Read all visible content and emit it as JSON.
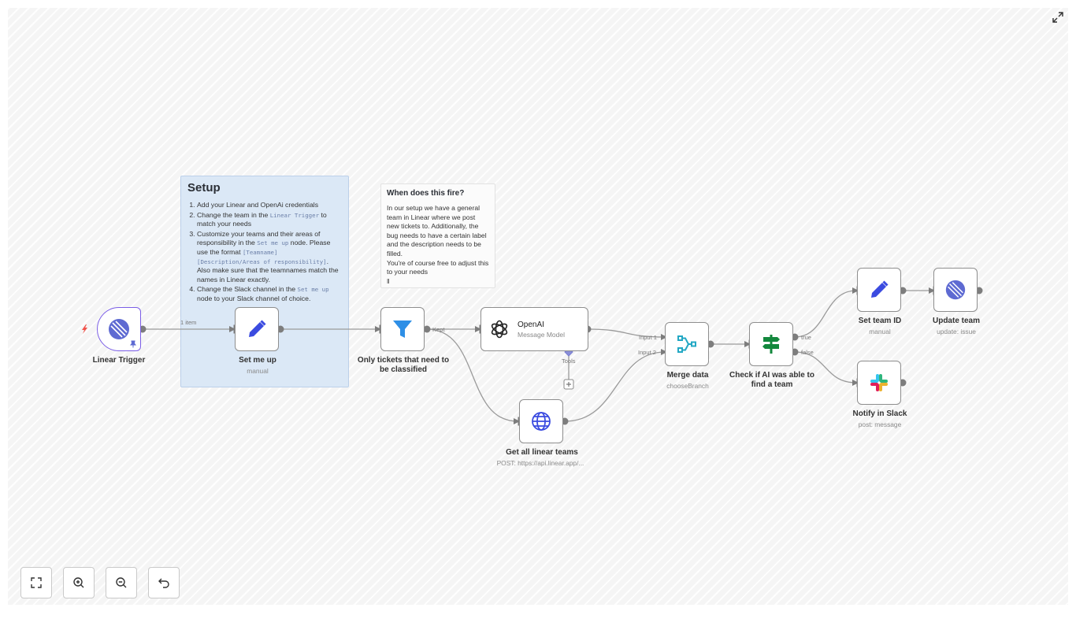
{
  "setup_note": {
    "title": "Setup",
    "step1": "Add your Linear and OpenAi credentials",
    "step2_a": "Change the team in the ",
    "step2_code": "Linear Trigger",
    "step2_b": " to match your needs",
    "step3_a": "Customize your teams and their areas of responsibility in the ",
    "step3_code1": "Set me up",
    "step3_b": " node. Please use the format ",
    "step3_code2": "[Teamname][Description/Areas of responsibility]",
    "step3_c": ". Also make sure that the teamnames match the names in Linear exactly.",
    "step4_a": "Change the Slack channel in the ",
    "step4_code": "Set me up",
    "step4_b": " node to your Slack channel of choice."
  },
  "fire_note": {
    "title": "When does this fire?",
    "body": "In our setup we have a general team in Linear where we post new tickets to. Additionally, the bug needs to have a certain label and the description needs to be filled.",
    "body2": "You're of course free to adjust this to your needs",
    "cursor": "‖"
  },
  "nodes": {
    "linear_trigger": {
      "label": "Linear Trigger",
      "icon": "linear-logo-icon"
    },
    "set_me_up": {
      "label": "Set me up",
      "sub": "manual",
      "icon": "pencil-icon"
    },
    "filter": {
      "label": "Only tickets that need to be classified",
      "icon": "filter-icon"
    },
    "openai": {
      "title": "OpenAI",
      "sub": "Message Model",
      "icon": "openai-logo-icon"
    },
    "get_teams": {
      "label": "Get all linear teams",
      "sub": "POST: https://api.linear.app/...",
      "icon": "globe-icon"
    },
    "merge": {
      "label": "Merge data",
      "sub": "chooseBranch",
      "icon": "merge-icon"
    },
    "check_team": {
      "label": "Check if AI was able to find a team",
      "icon": "signpost-icon"
    },
    "set_team_id": {
      "label": "Set team ID",
      "sub": "manual",
      "icon": "pencil-icon"
    },
    "update_team": {
      "label": "Update team",
      "sub": "update: issue",
      "icon": "linear-logo-icon"
    },
    "notify_slack": {
      "label": "Notify in Slack",
      "sub": "post: message",
      "icon": "slack-logo-icon"
    }
  },
  "edge_labels": {
    "items": "1 item",
    "kept": "Kept",
    "input1": "Input 1",
    "input2": "Input 2",
    "tools": "Tools",
    "true": "true",
    "false": "false"
  },
  "controls": {
    "fit_view": "fit-view-icon",
    "zoom_in": "zoom-in-icon",
    "zoom_out": "zoom-out-icon",
    "undo": "undo-icon",
    "expand": "expand-icon"
  },
  "colors": {
    "linear": "#5e6ad2",
    "edit_blue": "#3b4be0",
    "filter_blue": "#2e8fe6",
    "merge_teal": "#23a8c4",
    "if_green": "#13883d",
    "sticky_blue": "#dbe8f6"
  }
}
